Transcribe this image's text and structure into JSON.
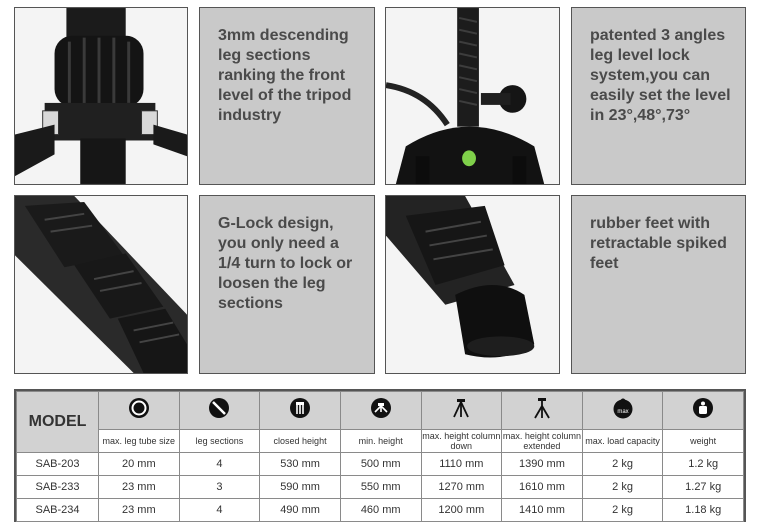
{
  "features": [
    {
      "text": "3mm descending leg sections ranking the front level of the tripod industry"
    },
    {
      "text": "patented 3 angles leg level lock system,you can easily set the level in 23°,48°,73°"
    },
    {
      "text": "G-Lock design, you only need a 1/4 turn to lock or loosen the leg sections"
    },
    {
      "text": "rubber feet with retractable spiked feet"
    }
  ],
  "spec_table": {
    "model_header": "MODEL",
    "columns": [
      {
        "label": "max. leg tube size",
        "icon": "tube-circle-icon"
      },
      {
        "label": "leg sections",
        "icon": "slash-circle-icon"
      },
      {
        "label": "closed height",
        "icon": "closed-tripod-icon"
      },
      {
        "label": "min. height",
        "icon": "min-height-icon"
      },
      {
        "label": "max. height column down",
        "icon": "tripod-icon"
      },
      {
        "label": "max. height column extended",
        "icon": "tripod-extended-icon"
      },
      {
        "label": "max. load capacity",
        "icon": "max-load-icon"
      },
      {
        "label": "weight",
        "icon": "weight-icon"
      }
    ],
    "rows": [
      {
        "model": "SAB-203",
        "cells": [
          "20 mm",
          "4",
          "530 mm",
          "500 mm",
          "1110 mm",
          "1390 mm",
          "2 kg",
          "1.2 kg"
        ]
      },
      {
        "model": "SAB-233",
        "cells": [
          "23 mm",
          "3",
          "590 mm",
          "550 mm",
          "1270 mm",
          "1610 mm",
          "2 kg",
          "1.27 kg"
        ]
      },
      {
        "model": "SAB-234",
        "cells": [
          "23 mm",
          "4",
          "490 mm",
          "460 mm",
          "1200 mm",
          "1410 mm",
          "2 kg",
          "1.18 kg"
        ]
      }
    ],
    "max_icon_text": "max"
  },
  "colors": {
    "panel_gray": "#c9c9c9",
    "header_gray": "#d2d2d2",
    "level_green": "#7fd04a"
  }
}
